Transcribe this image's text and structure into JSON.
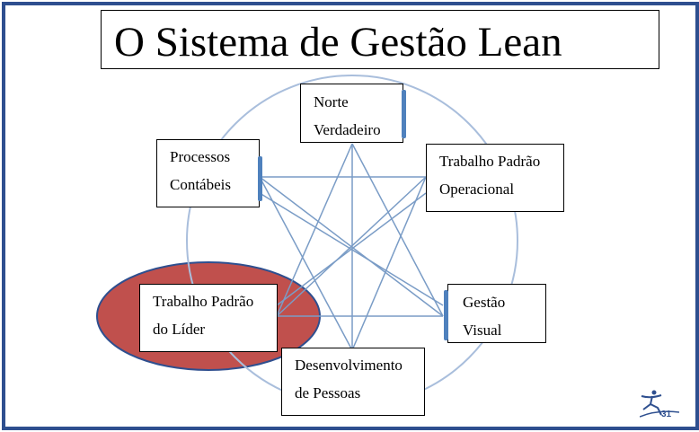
{
  "title": "O Sistema de Gestão Lean",
  "nodes": {
    "norte": {
      "line1": "Norte",
      "line2": "Verdadeiro"
    },
    "trabalho_operacional": {
      "line1": "Trabalho Padrão",
      "line2": "Operacional"
    },
    "gestao_visual": {
      "line1": "Gestão",
      "line2": "Visual"
    },
    "desenvolvimento": {
      "line1": "Desenvolvimento",
      "line2": "de Pessoas"
    },
    "trabalho_lider": {
      "line1": "Trabalho Padrão",
      "line2": "do Líder"
    },
    "processos": {
      "line1": "Processos",
      "line2": "Contábeis"
    }
  },
  "highlight": {
    "node": "trabalho_lider",
    "color": "#c0504d"
  },
  "colors": {
    "frame": "#2e4f8f",
    "lines": "#7a9cc6",
    "accent": "#4f81bd"
  },
  "page_number": "31",
  "logo_icon": "runner-logo-icon"
}
